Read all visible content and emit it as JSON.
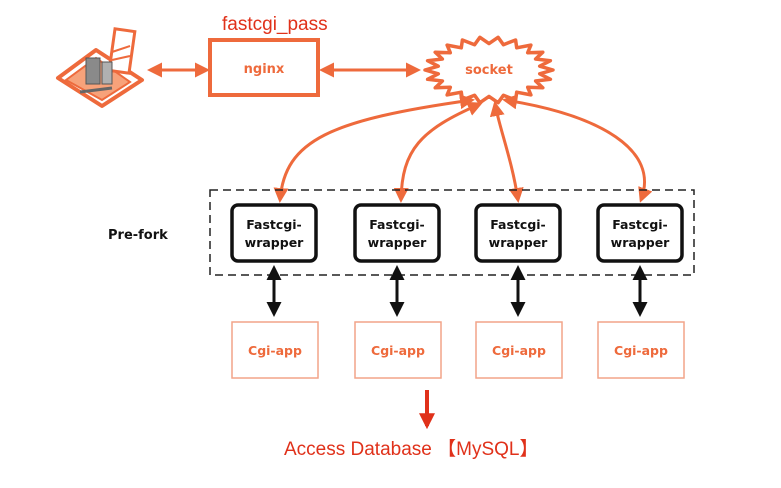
{
  "colors": {
    "accent": "#ee6a3c",
    "red": "#e0311a",
    "black": "#111111",
    "cgi_border": "#f2a489"
  },
  "annotation": {
    "label": "fastcgi_pass"
  },
  "client": {
    "icon": "browser-client-icon"
  },
  "nginx": {
    "label": "nginx"
  },
  "socket": {
    "label": "socket"
  },
  "prefork": {
    "label": "Pre-fork"
  },
  "wrappers": [
    {
      "line1": "Fastcgi-",
      "line2": "wrapper"
    },
    {
      "line1": "Fastcgi-",
      "line2": "wrapper"
    },
    {
      "line1": "Fastcgi-",
      "line2": "wrapper"
    },
    {
      "line1": "Fastcgi-",
      "line2": "wrapper"
    }
  ],
  "cgi_apps": [
    {
      "label": "Cgi-app"
    },
    {
      "label": "Cgi-app"
    },
    {
      "label": "Cgi-app"
    },
    {
      "label": "Cgi-app"
    }
  ],
  "database": {
    "label": "Access Database 【MySQL】"
  }
}
